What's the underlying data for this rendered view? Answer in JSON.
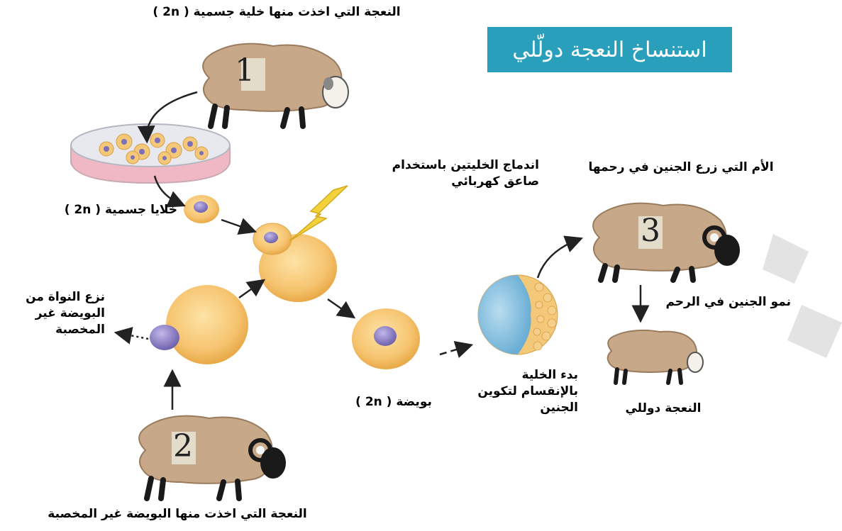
{
  "title": "استنساخ النعجة دولّلي",
  "numbers": {
    "sheep1": "1",
    "sheep2": "2",
    "sheep3": "3"
  },
  "labels": {
    "top_sheep": "النعجة التي اخذت منها خلية جسمية ( 2n )",
    "somatic_cells": "خلايا جسمية ( 2n )",
    "fusion_line1": "اندماج الخليتين باستخدام",
    "fusion_line2": "صاعق كهربائي",
    "surrogate": "الأم التي زرع الجنين في رحمها",
    "remove_line1": "نزع النواة من",
    "remove_line2": "البويضة غير",
    "remove_line3": "المخصبة",
    "uterus": "نمو الجنين في الرحم",
    "ovum": "بويضة ( 2n )",
    "division_line1": "بدء الخلية",
    "division_line2": "بالإنقسام لتكوين",
    "division_line3": "الجنين",
    "dolly": "النعجة دوللي",
    "bottom_sheep": "النعجة التي اخذت منها البويضة غير المخصبة"
  },
  "colors": {
    "title_bg": "#2a9fbc",
    "sheep_wool": "#c7a98a",
    "cell_fill": "#f6c470",
    "nucleus": "#8f83c4",
    "embryo_blue": "#7fbfe0",
    "lightning": "#f2d23a"
  }
}
